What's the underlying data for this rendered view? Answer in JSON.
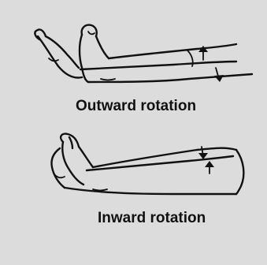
{
  "figure": {
    "background": "#dcdcdc",
    "ink": "#111111",
    "panels": [
      {
        "id": "outward",
        "caption": "Outward rotation"
      },
      {
        "id": "inward",
        "caption": "Inward rotation"
      }
    ]
  }
}
